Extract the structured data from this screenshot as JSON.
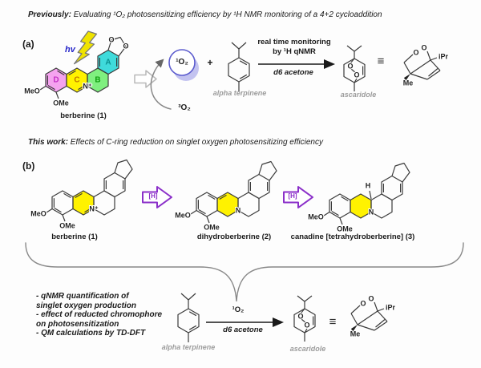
{
  "headers": {
    "previously_lead": "Previously:",
    "previously_rest": " Evaluating ¹O₂ photosensitizing efficiency by ¹H NMR monitoring of a 4+2 cycloaddition",
    "thiswork_lead": "This work:",
    "thiswork_rest": " Effects of C-ring reduction on singlet oxygen photosensitizing efficiency"
  },
  "section_a": {
    "label": "(a)",
    "hv_label": "hv",
    "berberine": {
      "caption": "berberine (1)",
      "meo": "MeO",
      "ome": "OMe",
      "n": "N⁺",
      "ring_a": "A",
      "ring_b": "B",
      "ring_c": "C",
      "ring_d": "D",
      "dioxole_o1": "O",
      "dioxole_o2": "O"
    },
    "singlet_oxygen": "¹O₂",
    "triplet_oxygen": "³O₂",
    "plus": "+",
    "alpha_terpinene_caption": "alpha terpinene",
    "conditions_line1": "real time monitoring",
    "conditions_line2": "by ¹H qNMR",
    "solvent": "d6 acetone",
    "ascaridole_caption": "ascaridole",
    "ascaridole_o1": "O",
    "ascaridole_o2": "O",
    "equiv": "≡",
    "bicyclic": {
      "o1": "O",
      "o2": "O",
      "ipr": "iPr",
      "me": "Me"
    }
  },
  "section_b": {
    "label": "(b)",
    "reduction_label_1": "[H]",
    "reduction_label_2": "[H]",
    "berberine": {
      "caption": "berberine (1)",
      "meo": "MeO",
      "ome": "OMe",
      "n": "N⁺"
    },
    "dihydroberberine": {
      "caption": "dihydroberberine (2)",
      "meo": "MeO",
      "ome": "OMe",
      "n": "N"
    },
    "canadine": {
      "caption": "canadine [tetrahydroberberine] (3)",
      "meo": "MeO",
      "ome": "OMe",
      "n": "N",
      "h": "H"
    }
  },
  "bottom": {
    "bullet1": "- qNMR quantification of",
    "bullet2": "singlet oxygen production",
    "bullet3": "- effect of reducted chromophore",
    "bullet4": "on photosensitization",
    "bullet5": "- QM calculations by TD-DFT",
    "alpha_terpinene_caption": "alpha terpinene",
    "singlet_oxygen": "¹O₂",
    "solvent": "d6 acetone",
    "ascaridole_caption": "ascaridole",
    "equiv": "≡"
  },
  "colors": {
    "ring_d_fill": "#f5a3ef",
    "ring_c_fill": "#fff200",
    "ring_b_fill": "#7fef7f",
    "ring_a_fill": "#3fdbdb",
    "reduction_arrow": "#8b2fc9",
    "hv_blue": "#2626c9",
    "bolt_yellow": "#efe300",
    "gray_caption": "#9c9c9c",
    "singlet_circle_stroke": "#5c5cce",
    "singlet_circle_glow": "#c3c3f0"
  }
}
